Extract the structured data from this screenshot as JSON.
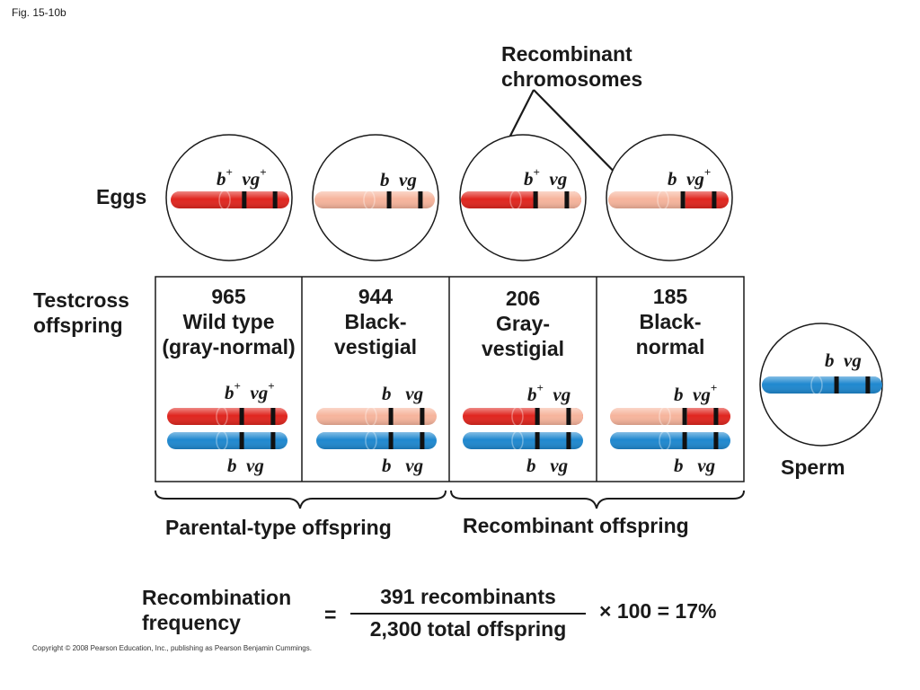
{
  "figure_label": "Fig. 15-10b",
  "recombinant_label": {
    "line1": "Recombinant",
    "line2": "chromosomes"
  },
  "eggs_label": "Eggs",
  "testcross_label": {
    "line1": "Testcross",
    "line2": "offspring"
  },
  "sperm_label": "Sperm",
  "colors": {
    "red": "#e0261f",
    "pink": "#f6b49c",
    "blue": "#1f88cf",
    "band": "#111111"
  },
  "eggs": [
    {
      "gene1": "b",
      "gene1_sup": "+",
      "gene2": "vg",
      "gene2_sup": "+"
    },
    {
      "gene1": "b",
      "gene1_sup": "",
      "gene2": "vg",
      "gene2_sup": ""
    },
    {
      "gene1": "b",
      "gene1_sup": "+",
      "gene2": "vg",
      "gene2_sup": ""
    },
    {
      "gene1": "b",
      "gene1_sup": "",
      "gene2": "vg",
      "gene2_sup": "+"
    }
  ],
  "offspring": [
    {
      "count": "965",
      "name_line1": "Wild type",
      "name_line2": "(gray-normal)",
      "top_gene1": "b",
      "top_sup1": "+",
      "top_gene2": "vg",
      "top_sup2": "+",
      "bottom_gene1": "b",
      "bottom_gene2": "vg"
    },
    {
      "count": "944",
      "name_line1": "Black-",
      "name_line2": "vestigial",
      "top_gene1": "b",
      "top_sup1": "",
      "top_gene2": "vg",
      "top_sup2": "",
      "bottom_gene1": "b",
      "bottom_gene2": "vg"
    },
    {
      "count": "206",
      "name_line1": "Gray-",
      "name_line2": "vestigial",
      "top_gene1": "b",
      "top_sup1": "+",
      "top_gene2": "vg",
      "top_sup2": "",
      "bottom_gene1": "b",
      "bottom_gene2": "vg"
    },
    {
      "count": "185",
      "name_line1": "Black-",
      "name_line2": "normal",
      "top_gene1": "b",
      "top_sup1": "",
      "top_gene2": "vg",
      "top_sup2": "+",
      "bottom_gene1": "b",
      "bottom_gene2": "vg"
    }
  ],
  "sperm": {
    "gene1": "b",
    "gene2": "vg"
  },
  "parental_label": "Parental-type offspring",
  "recombinant_offspring_label": "Recombinant offspring",
  "formula": {
    "lhs_line1": "Recombination",
    "lhs_line2": "frequency",
    "equals": "=",
    "numerator": "391 recombinants",
    "denominator": "2,300 total offspring",
    "multiplier": "× 100 = 17%"
  },
  "copyright": "Copyright © 2008 Pearson Education, Inc., publishing as Pearson Benjamin Cummings."
}
